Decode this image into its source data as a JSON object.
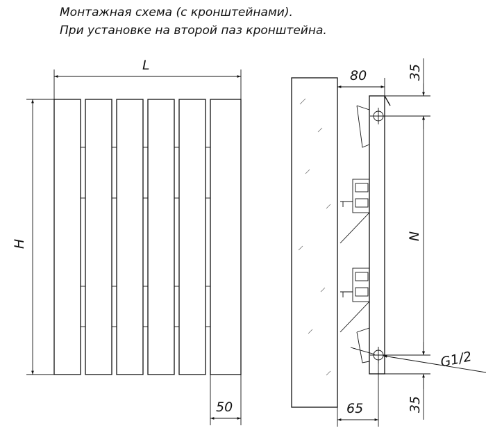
{
  "caption": {
    "line1": "Монтажная схема (с кронштейнами).",
    "line2": "При установке на второй паз кронштейна."
  },
  "dimensions": {
    "L": "L",
    "H": "H",
    "N": "N",
    "d80": "80",
    "d35_top": "35",
    "d35_bottom": "35",
    "d50": "50",
    "d65": "65",
    "g12": "G1/2"
  }
}
